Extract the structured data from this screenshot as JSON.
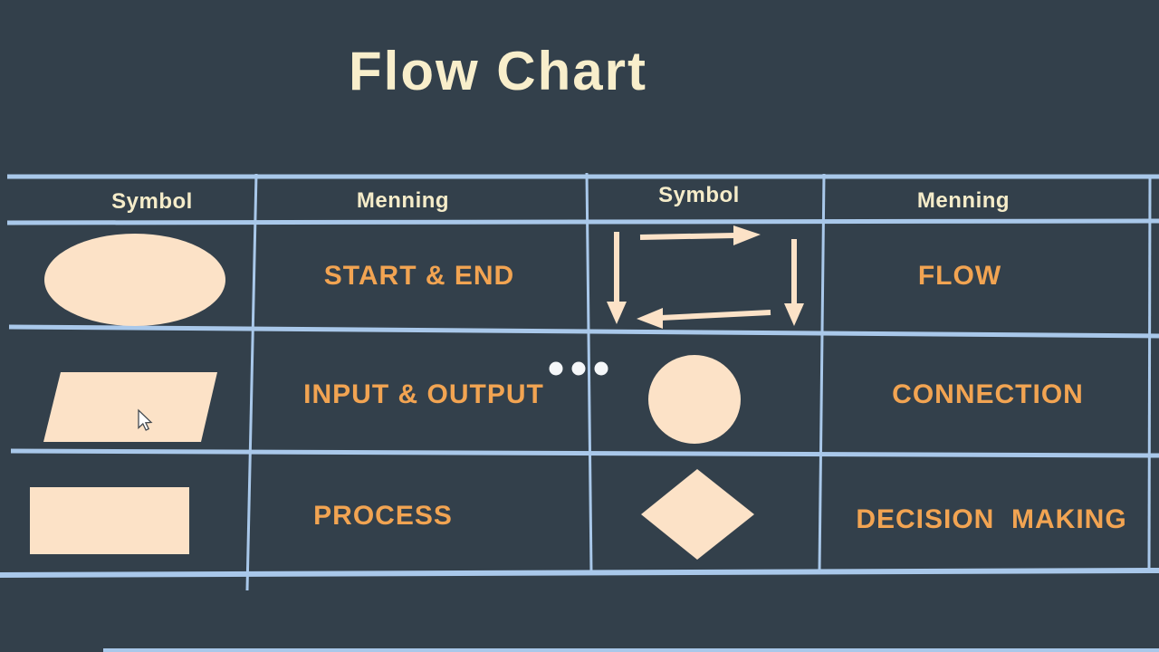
{
  "title": "Flow Chart",
  "table": {
    "headers": [
      {
        "label": "Symbol"
      },
      {
        "label": "Menning"
      },
      {
        "label": "Symbol"
      },
      {
        "label": "Menning"
      }
    ],
    "rows": [
      {
        "symbol_left": "ellipse",
        "meaning_left": "START & END",
        "symbol_right": "flow-arrows",
        "meaning_right": "FLOW"
      },
      {
        "symbol_left": "parallelogram",
        "meaning_left": "INPUT & OUTPUT",
        "symbol_right": "circle",
        "meaning_right": "CONNECTION"
      },
      {
        "symbol_left": "rectangle",
        "meaning_left": "PROCESS",
        "symbol_right": "diamond",
        "meaning_right": "DECISION  MAKING"
      }
    ]
  },
  "overlay": {
    "ellipsis_dots_count": 3
  },
  "colors": {
    "background": "#33404b",
    "grid_line": "#a9c8ea",
    "shape_fill": "#fce2c7",
    "heading_text": "#f5ecc9",
    "title_text": "#f8eecb",
    "meaning_text": "#f2a452",
    "dot_color": "#f5f7f9"
  }
}
